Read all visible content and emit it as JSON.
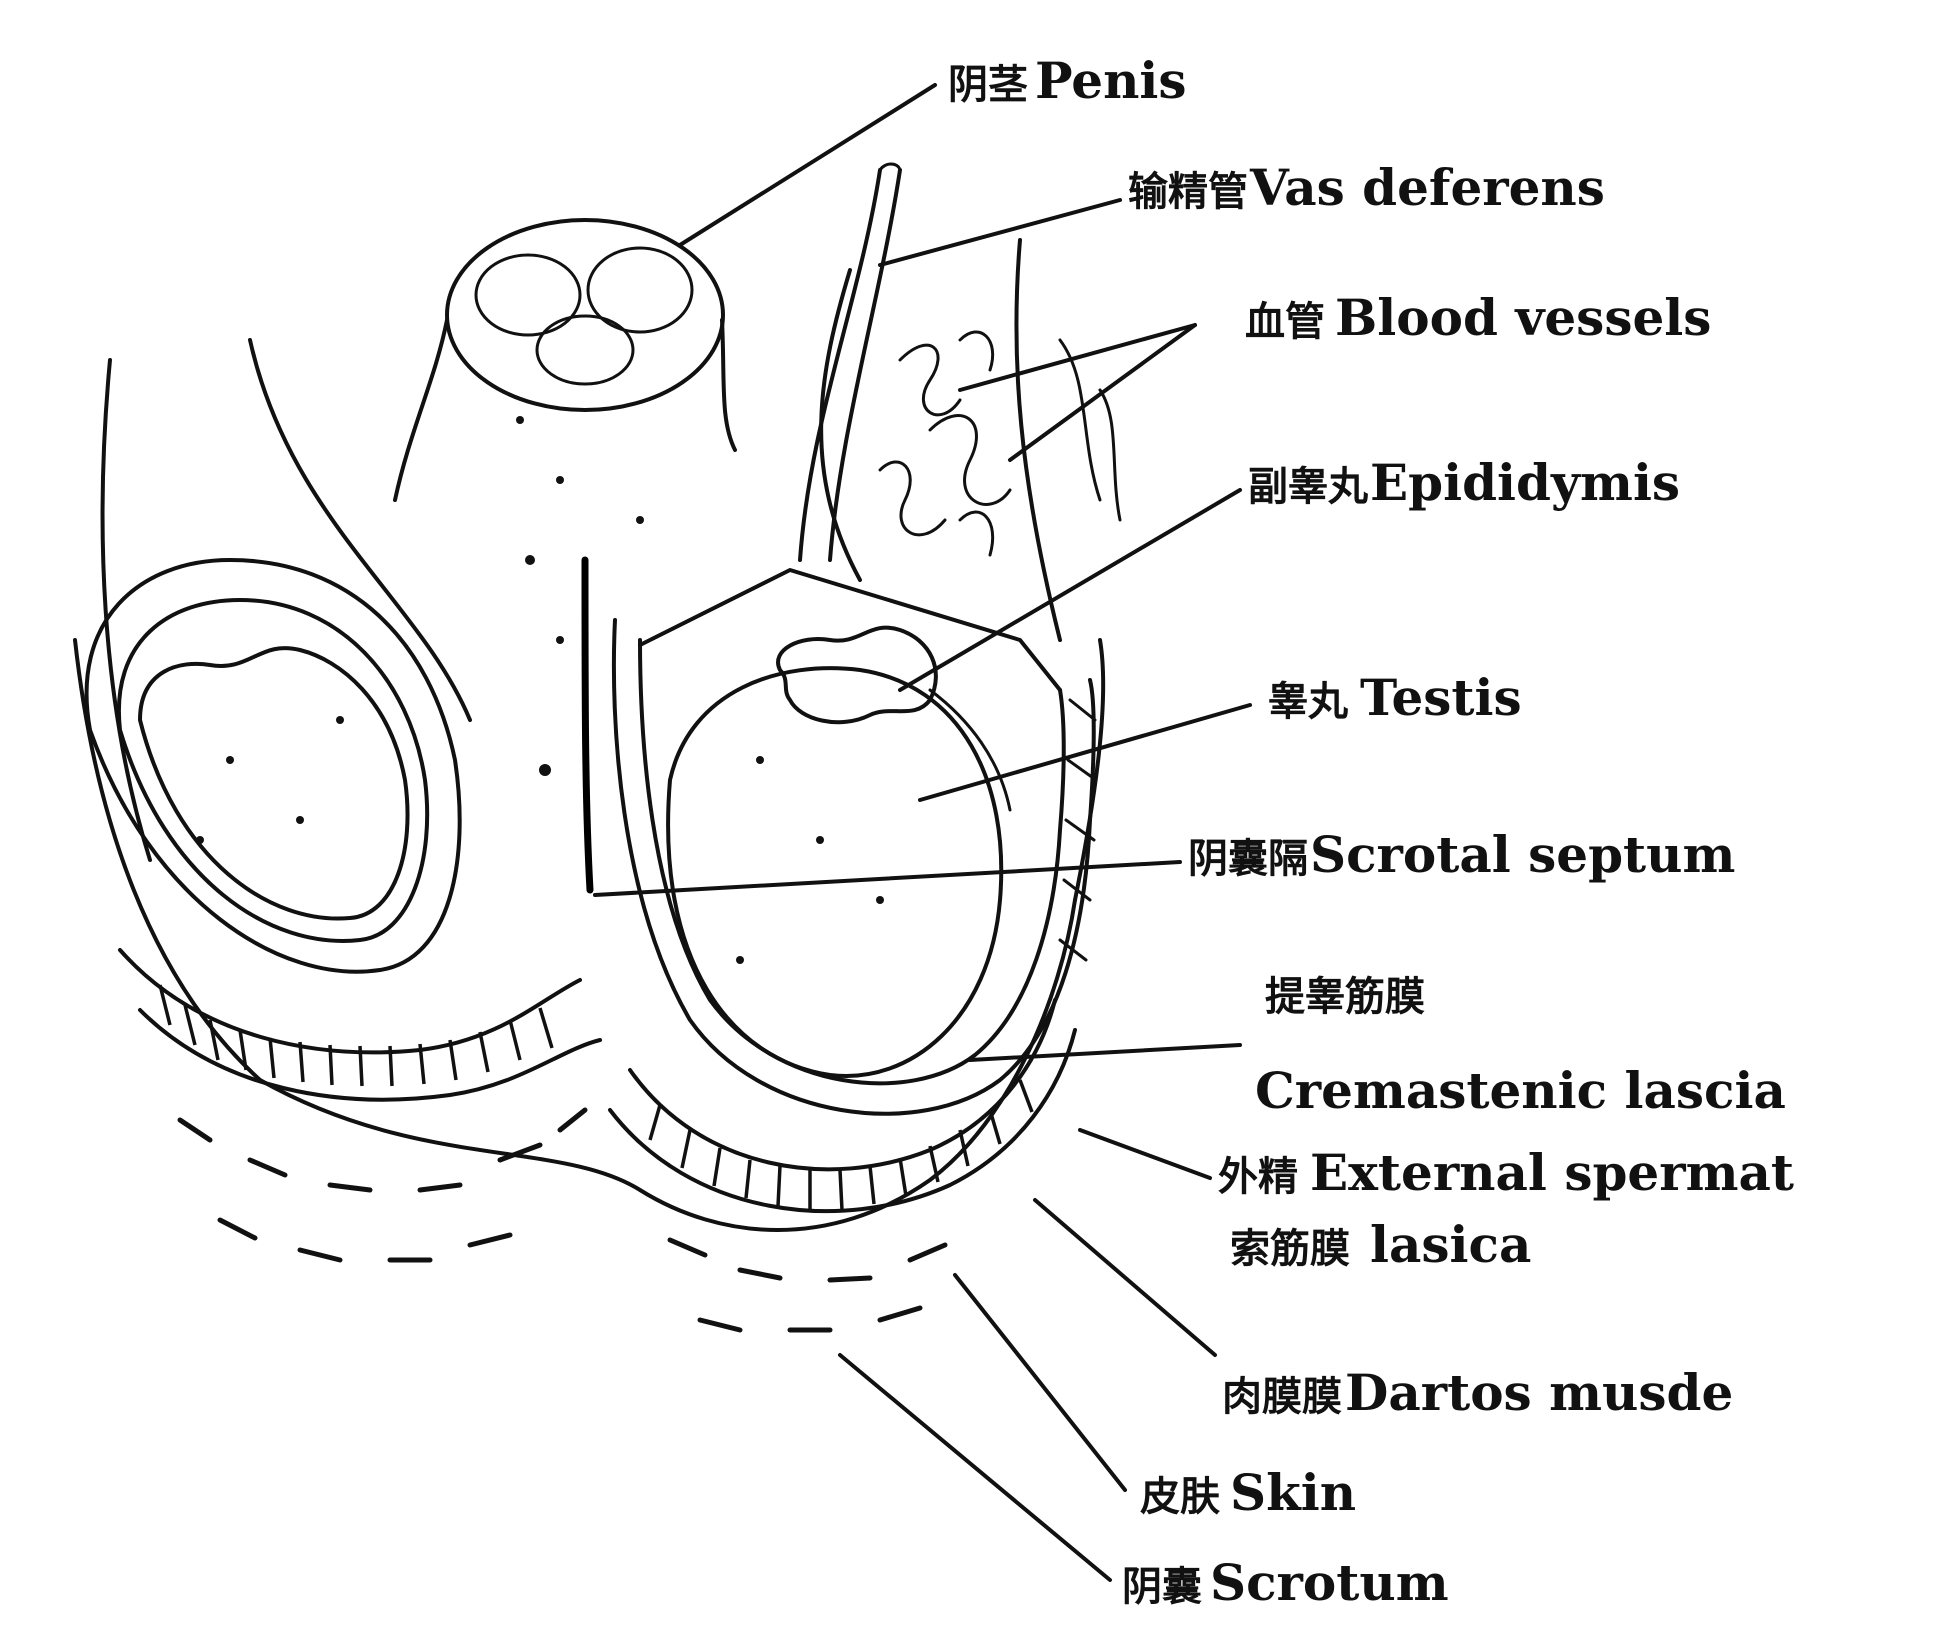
{
  "labels": {
    "penis": {
      "zh": "阴茎",
      "en": "Penis"
    },
    "vas_deferens": {
      "zh": "输精管",
      "en": "Vas deferens"
    },
    "blood_vessels": {
      "zh": "血管",
      "en": "Blood vessels"
    },
    "epididymis": {
      "zh": "副睾丸",
      "en": "Epididymis"
    },
    "testis": {
      "zh": "睾丸",
      "en": "Testis"
    },
    "scrotal_septum": {
      "zh": "阴囊隔",
      "en": "Scrotal septum"
    },
    "cremasteric_fascia": {
      "zh": "提睾筋膜",
      "en": "Cremastenic lascia"
    },
    "external_spermatic_fascia": {
      "zh_1": "外精",
      "en_1": "External spermat",
      "zh_2": "索筋膜",
      "en_2": "lasica"
    },
    "dartos_muscle": {
      "zh": "肉膜膜",
      "en": "Dartos musde"
    },
    "skin": {
      "zh": "皮肤",
      "en": "Skin"
    },
    "scrotum": {
      "zh": "阴囊",
      "en": "Scrotum"
    }
  },
  "colors": {
    "ink": "#111111",
    "paper": "#ffffff"
  }
}
